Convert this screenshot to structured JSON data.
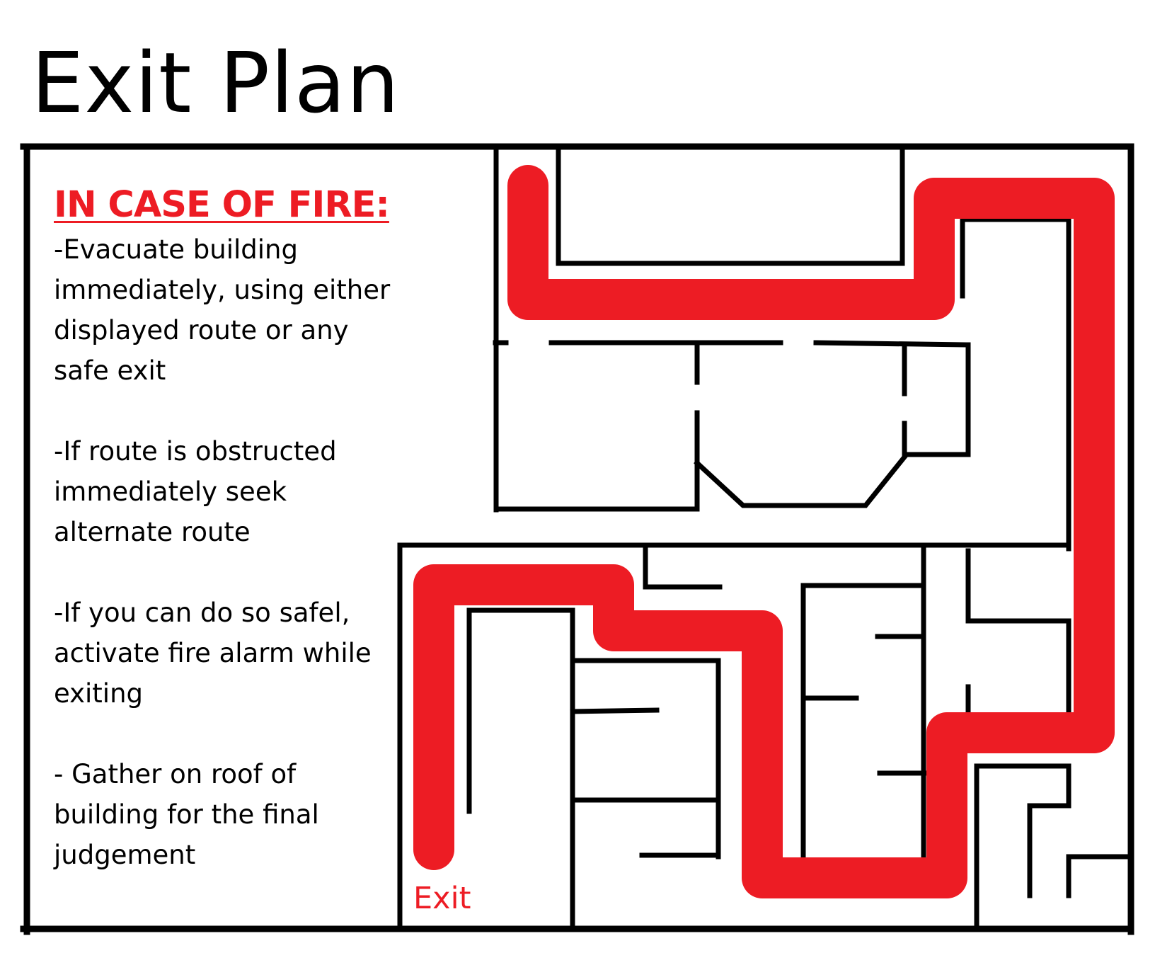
{
  "title": "Exit Plan",
  "instructions": {
    "heading": "IN CASE OF FIRE:",
    "items": [
      "-Evacuate building immediately, using either displayed route or any safe exit",
      "-If route is obstructed immediately seek alternate route",
      "-If you can do so safel, activate fire alarm while exiting",
      "- Gather on roof of building for the final judgement"
    ]
  },
  "exit_label": "Exit",
  "colors": {
    "route": "#ed1c24",
    "walls": "#000000",
    "heading": "#ed1c24"
  }
}
